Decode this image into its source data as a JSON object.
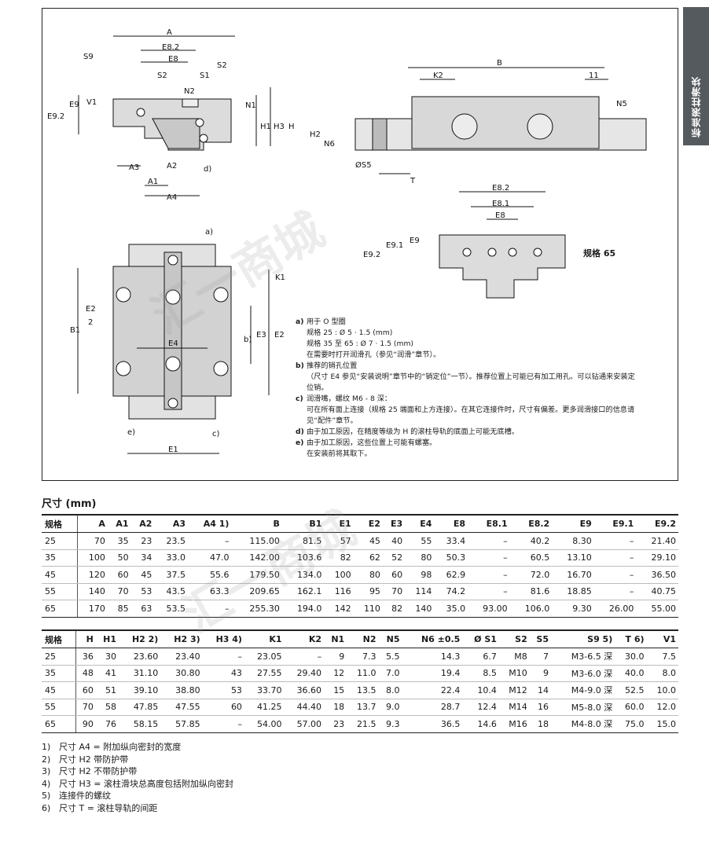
{
  "side_tab": "标准滚柱滑块",
  "diagram": {
    "labels": {
      "A": "A",
      "E82": "E8.2",
      "E8": "E8",
      "S9": "S9",
      "S2": "S2",
      "S1": "S1",
      "N2": "N2",
      "N1": "N1",
      "E9": "E9",
      "V1": "V1",
      "E92": "E9.2",
      "H1": "H1",
      "H3": "H3",
      "H": "H",
      "A3": "A3",
      "A2": "A2",
      "d": "d)",
      "A1": "A1",
      "A4": "A4",
      "B": "B",
      "K2": "K2",
      "eleven": "11",
      "N5": "N5",
      "H2": "H2",
      "N6": "N6",
      "S5": "ØS5",
      "T": "T",
      "E81": "E8.1",
      "E91": "E9.1",
      "a": "a)",
      "K1": "K1",
      "E2half": "E2",
      "two": "2",
      "B1": "B1",
      "E4": "E4",
      "b": "b)",
      "E3": "E3",
      "E2": "E2",
      "e": "e)",
      "c": "c)",
      "E1": "E1"
    },
    "size65": "规格 65"
  },
  "notes": [
    {
      "key": "a)",
      "lines": [
        "用于 O 型圈",
        "规格 25 : Ø 5 · 1.5 (mm)",
        "规格 35 至 65 : Ø 7 · 1.5 (mm)",
        "在需要时打开润滑孔（参见“润滑”章节）。"
      ]
    },
    {
      "key": "b)",
      "lines": [
        "推荐的销孔位置",
        "（尺寸 E4 参见“安装说明”章节中的“销定位”一节）。推荐位置上可能已有加工用孔。可以钻通来安装定",
        "位销。"
      ]
    },
    {
      "key": "c)",
      "lines": [
        "润滑嘴，螺纹 M6 - 8 深：",
        "可在所有面上连接（规格 25 端面和上方连接）。在其它连接件时，尺寸有偏差。更多润滑接口的信息请",
        "见“配件”章节。"
      ]
    },
    {
      "key": "d)",
      "lines": [
        "由于加工原因，在精度等级为 H 的滚柱导轨的底面上可能无底槽。"
      ]
    },
    {
      "key": "e)",
      "lines": [
        "由于加工原因，这些位置上可能有螺塞。",
        "在安装前将其取下。"
      ]
    }
  ],
  "table_title": "尺寸 (mm)",
  "table1": {
    "headers": [
      "规格",
      "A",
      "A1",
      "A2",
      "A3",
      "A4 1)",
      "B",
      "B1",
      "E1",
      "E2",
      "E3",
      "E4",
      "E8",
      "E8.1",
      "E8.2",
      "E9",
      "E9.1",
      "E9.2"
    ],
    "rows": [
      [
        "25",
        "70",
        "35",
        "23",
        "23.5",
        "–",
        "115.00",
        "81.5",
        "57",
        "45",
        "40",
        "55",
        "33.4",
        "–",
        "40.2",
        "8.30",
        "–",
        "21.40"
      ],
      [
        "35",
        "100",
        "50",
        "34",
        "33.0",
        "47.0",
        "142.00",
        "103.6",
        "82",
        "62",
        "52",
        "80",
        "50.3",
        "–",
        "60.5",
        "13.10",
        "–",
        "29.10"
      ],
      [
        "45",
        "120",
        "60",
        "45",
        "37.5",
        "55.6",
        "179.50",
        "134.0",
        "100",
        "80",
        "60",
        "98",
        "62.9",
        "–",
        "72.0",
        "16.70",
        "–",
        "36.50"
      ],
      [
        "55",
        "140",
        "70",
        "53",
        "43.5",
        "63.3",
        "209.65",
        "162.1",
        "116",
        "95",
        "70",
        "114",
        "74.2",
        "–",
        "81.6",
        "18.85",
        "–",
        "40.75"
      ],
      [
        "65",
        "170",
        "85",
        "63",
        "53.5",
        "–",
        "255.30",
        "194.0",
        "142",
        "110",
        "82",
        "140",
        "35.0",
        "93.00",
        "106.0",
        "9.30",
        "26.00",
        "55.00"
      ]
    ]
  },
  "table2": {
    "headers": [
      "规格",
      "H",
      "H1",
      "H2 2)",
      "H2 3)",
      "H3 4)",
      "K1",
      "K2",
      "N1",
      "N2",
      "N5",
      "N6 ±0.5",
      "Ø S1",
      "S2",
      "S5",
      "S9 5)",
      "T 6)",
      "V1"
    ],
    "rows": [
      [
        "25",
        "36",
        "30",
        "23.60",
        "23.40",
        "–",
        "23.05",
        "–",
        "9",
        "7.3",
        "5.5",
        "14.3",
        "6.7",
        "M8",
        "7",
        "M3-6.5 深",
        "30.0",
        "7.5"
      ],
      [
        "35",
        "48",
        "41",
        "31.10",
        "30.80",
        "43",
        "27.55",
        "29.40",
        "12",
        "11.0",
        "7.0",
        "19.4",
        "8.5",
        "M10",
        "9",
        "M3-6.0 深",
        "40.0",
        "8.0"
      ],
      [
        "45",
        "60",
        "51",
        "39.10",
        "38.80",
        "53",
        "33.70",
        "36.60",
        "15",
        "13.5",
        "8.0",
        "22.4",
        "10.4",
        "M12",
        "14",
        "M4-9.0 深",
        "52.5",
        "10.0"
      ],
      [
        "55",
        "70",
        "58",
        "47.85",
        "47.55",
        "60",
        "41.25",
        "44.40",
        "18",
        "13.7",
        "9.0",
        "28.7",
        "12.4",
        "M14",
        "16",
        "M5-8.0 深",
        "60.0",
        "12.0"
      ],
      [
        "65",
        "90",
        "76",
        "58.15",
        "57.85",
        "–",
        "54.00",
        "57.00",
        "23",
        "21.5",
        "9.3",
        "36.5",
        "14.6",
        "M16",
        "18",
        "M4-8.0 深",
        "75.0",
        "15.0"
      ]
    ]
  },
  "footnotes": [
    {
      "key": "1)",
      "text": "尺寸 A4 = 附加纵向密封的宽度"
    },
    {
      "key": "2)",
      "text": "尺寸 H2 带防护带"
    },
    {
      "key": "3)",
      "text": "尺寸 H2 不带防护带"
    },
    {
      "key": "4)",
      "text": "尺寸 H3 = 滚柱滑块总高度包括附加纵向密封"
    },
    {
      "key": "5)",
      "text": "连接件的螺纹"
    },
    {
      "key": "6)",
      "text": "尺寸 T = 滚柱导轨的间距"
    }
  ],
  "watermark": "汇一商城"
}
